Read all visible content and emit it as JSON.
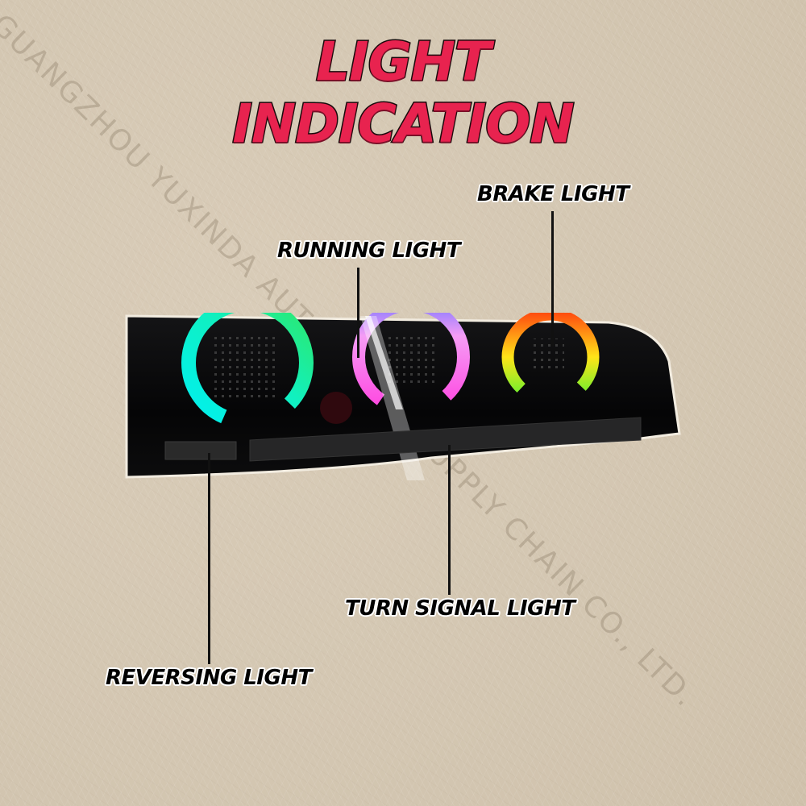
{
  "title": "LIGHT INDICATION",
  "watermark": "GUANGZHOU YUXINDA AUTOMOBILE SUPPLY CHAIN CO., LTD.",
  "labels": {
    "brake": "BRAKE LIGHT",
    "running": "RUNNING LIGHT",
    "turn_signal": "TURN SIGNAL LIGHT",
    "reversing": "REVERSING LIGHT"
  },
  "colors": {
    "title_fill": "#e8234f",
    "title_outline": "#1a0a0c",
    "label_text": "#000000",
    "label_outline": "#ffffff",
    "background": "#d6c9b4",
    "lamp_body": "#0a0a0b",
    "ring_left": [
      "#2ee86a",
      "#00f0f0"
    ],
    "ring_middle": [
      "#7a5cff",
      "#ff4fe0"
    ],
    "ring_right": [
      "#ff5a14",
      "#ffe81a",
      "#6cf030"
    ]
  }
}
